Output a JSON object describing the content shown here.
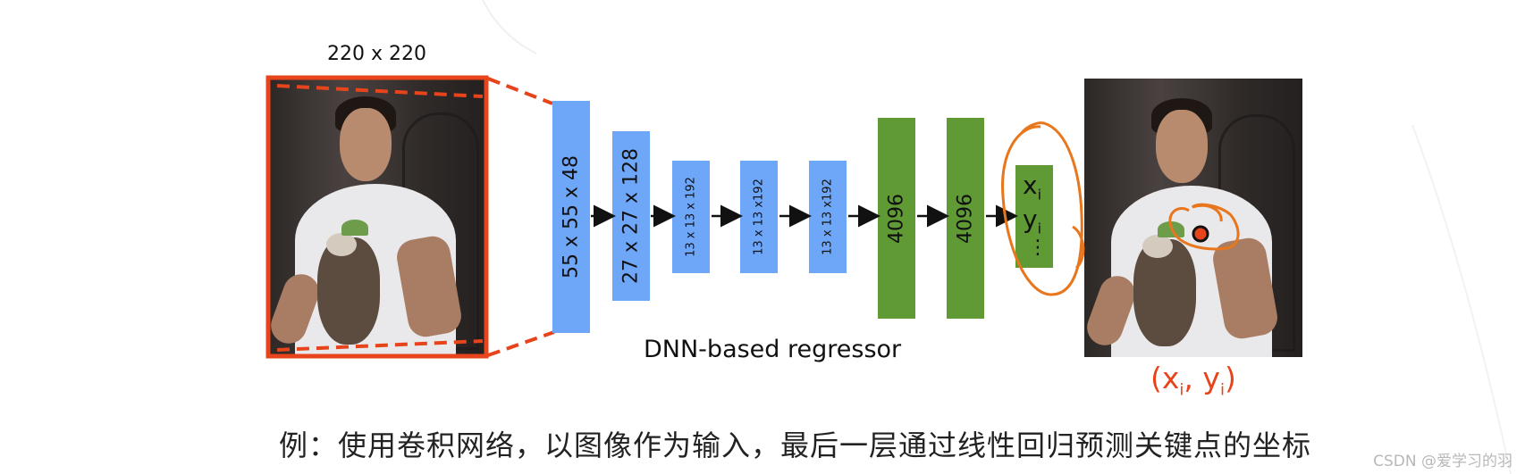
{
  "input": {
    "size_label": "220 x 220"
  },
  "layers": [
    {
      "label": "55 x 55 x 48"
    },
    {
      "label": "27 x 27 x 128"
    },
    {
      "label": "13 x 13 x 192"
    },
    {
      "label": "13 x 13 x192"
    },
    {
      "label": "13 x 13 x192"
    },
    {
      "label": "4096"
    },
    {
      "label": "4096"
    }
  ],
  "output": {
    "x_label": "x",
    "x_sub": "i",
    "y_label": "y",
    "y_sub": "i",
    "dots": "⋮"
  },
  "regressor_label": "DNN-based regressor",
  "result_label": {
    "open": "(x",
    "sub1": "i",
    "mid": ", y",
    "sub2": "i",
    "close": ")"
  },
  "caption": "例：使用卷积网络，以图像作为输入，最后一层通过线性回归预测关键点的坐标",
  "watermark": "CSDN @爱学习的羽",
  "colors": {
    "input_box": "#e8441c",
    "conv": "#6ea6f8",
    "fc": "#5f9a35",
    "annotation": "#e8761c",
    "result_text": "#e8441c"
  }
}
